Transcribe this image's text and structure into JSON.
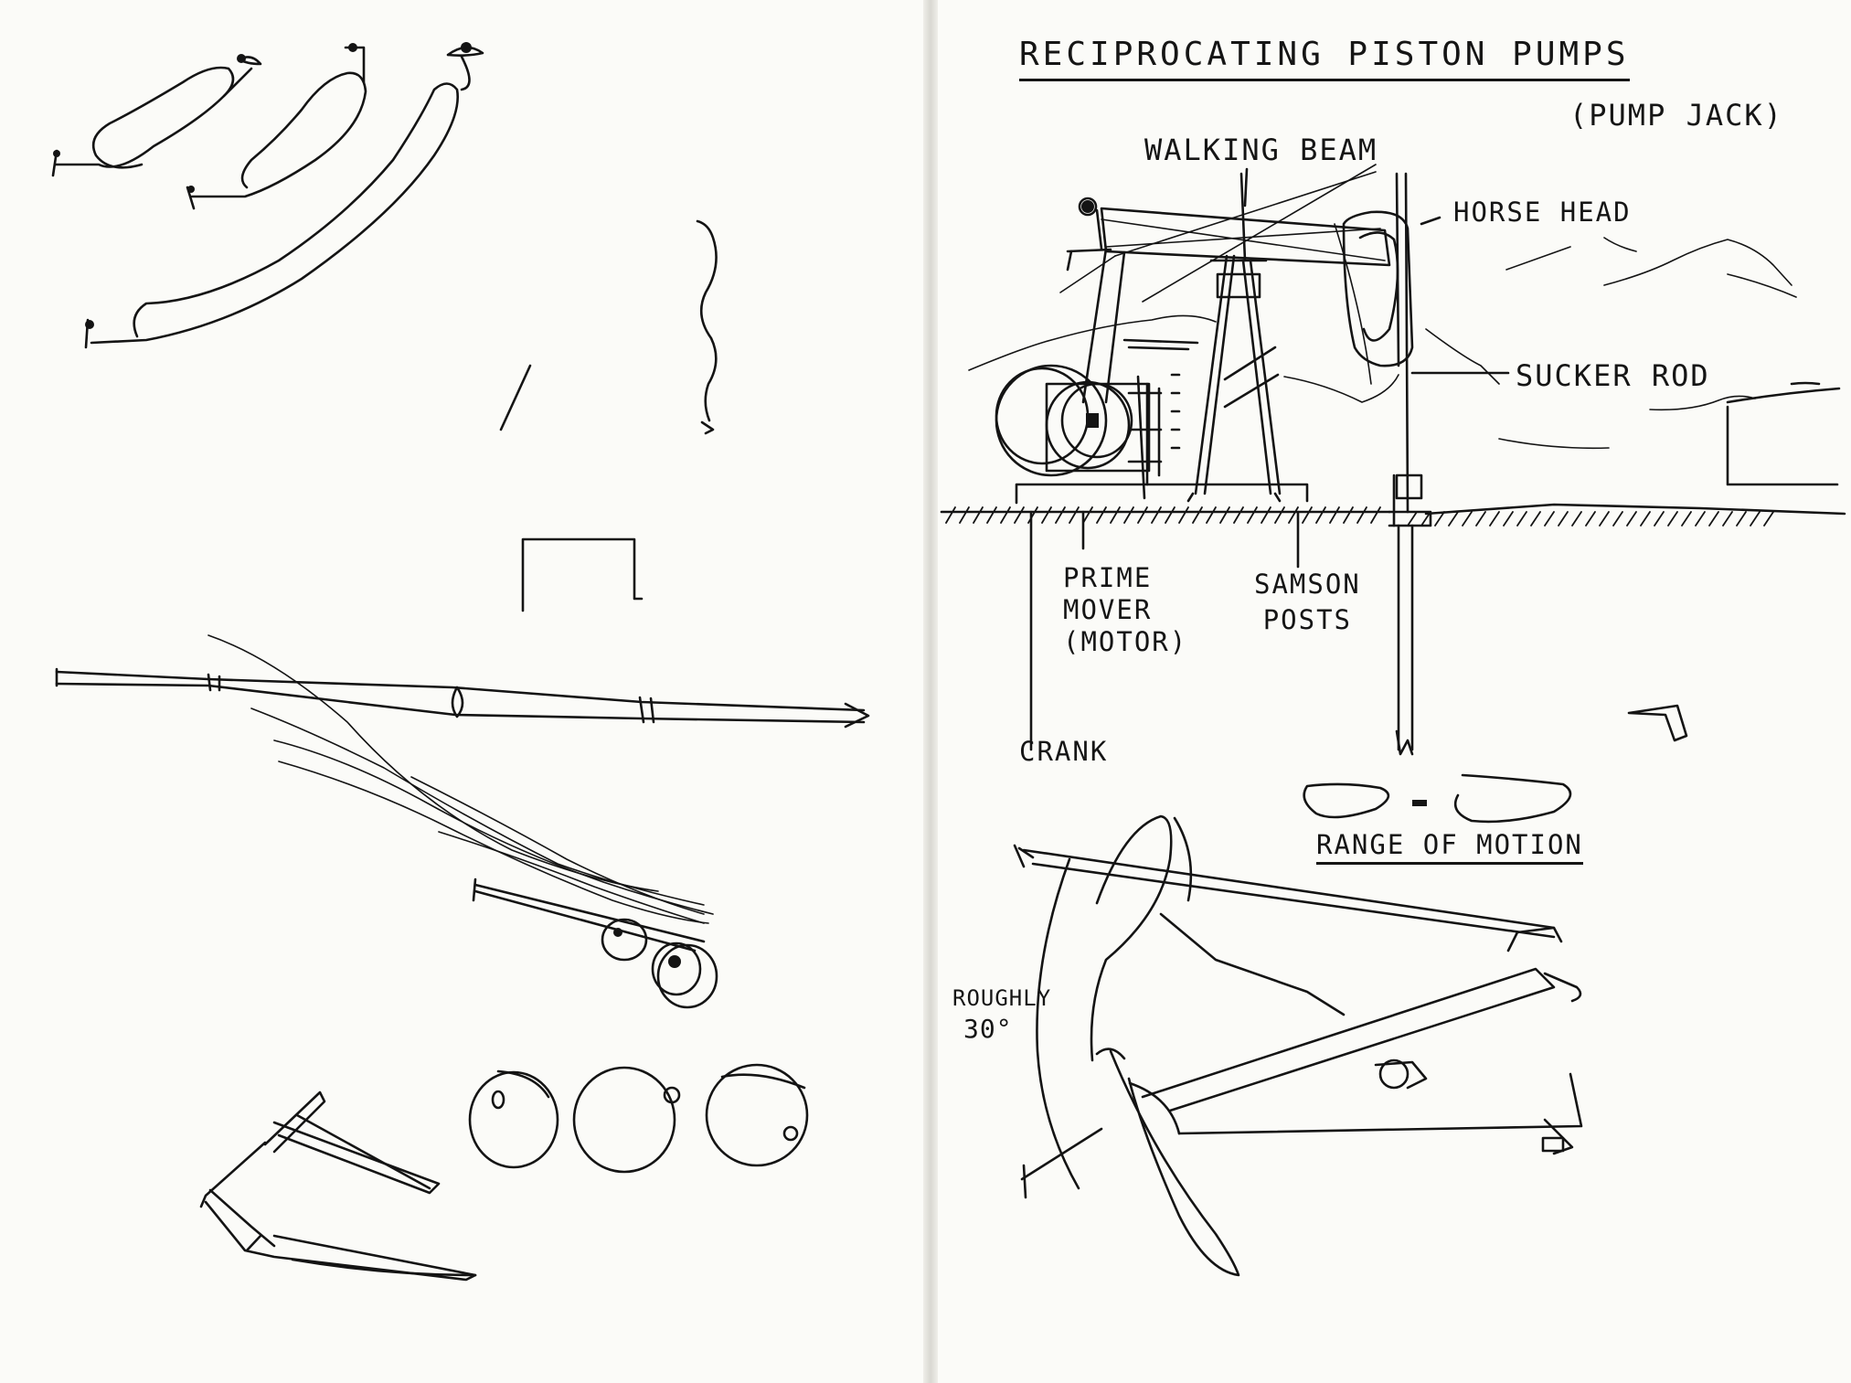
{
  "page_title": "RECIPROCATING PISTON PUMPS",
  "subtitle": "(PUMP JACK)",
  "labels": {
    "walking_beam": "WALKING BEAM",
    "horse_head": "HORSE HEAD",
    "sucker_rod": "SUCKER ROD",
    "prime_mover": [
      "PRIME",
      "MOVER",
      "(MOTOR)"
    ],
    "samson_posts": [
      "SAMSON",
      "POSTS"
    ],
    "crank": "CRANK"
  },
  "range_of_motion": "RANGE OF MOTION",
  "angle_note": [
    "ROUGHLY",
    "30°"
  ]
}
